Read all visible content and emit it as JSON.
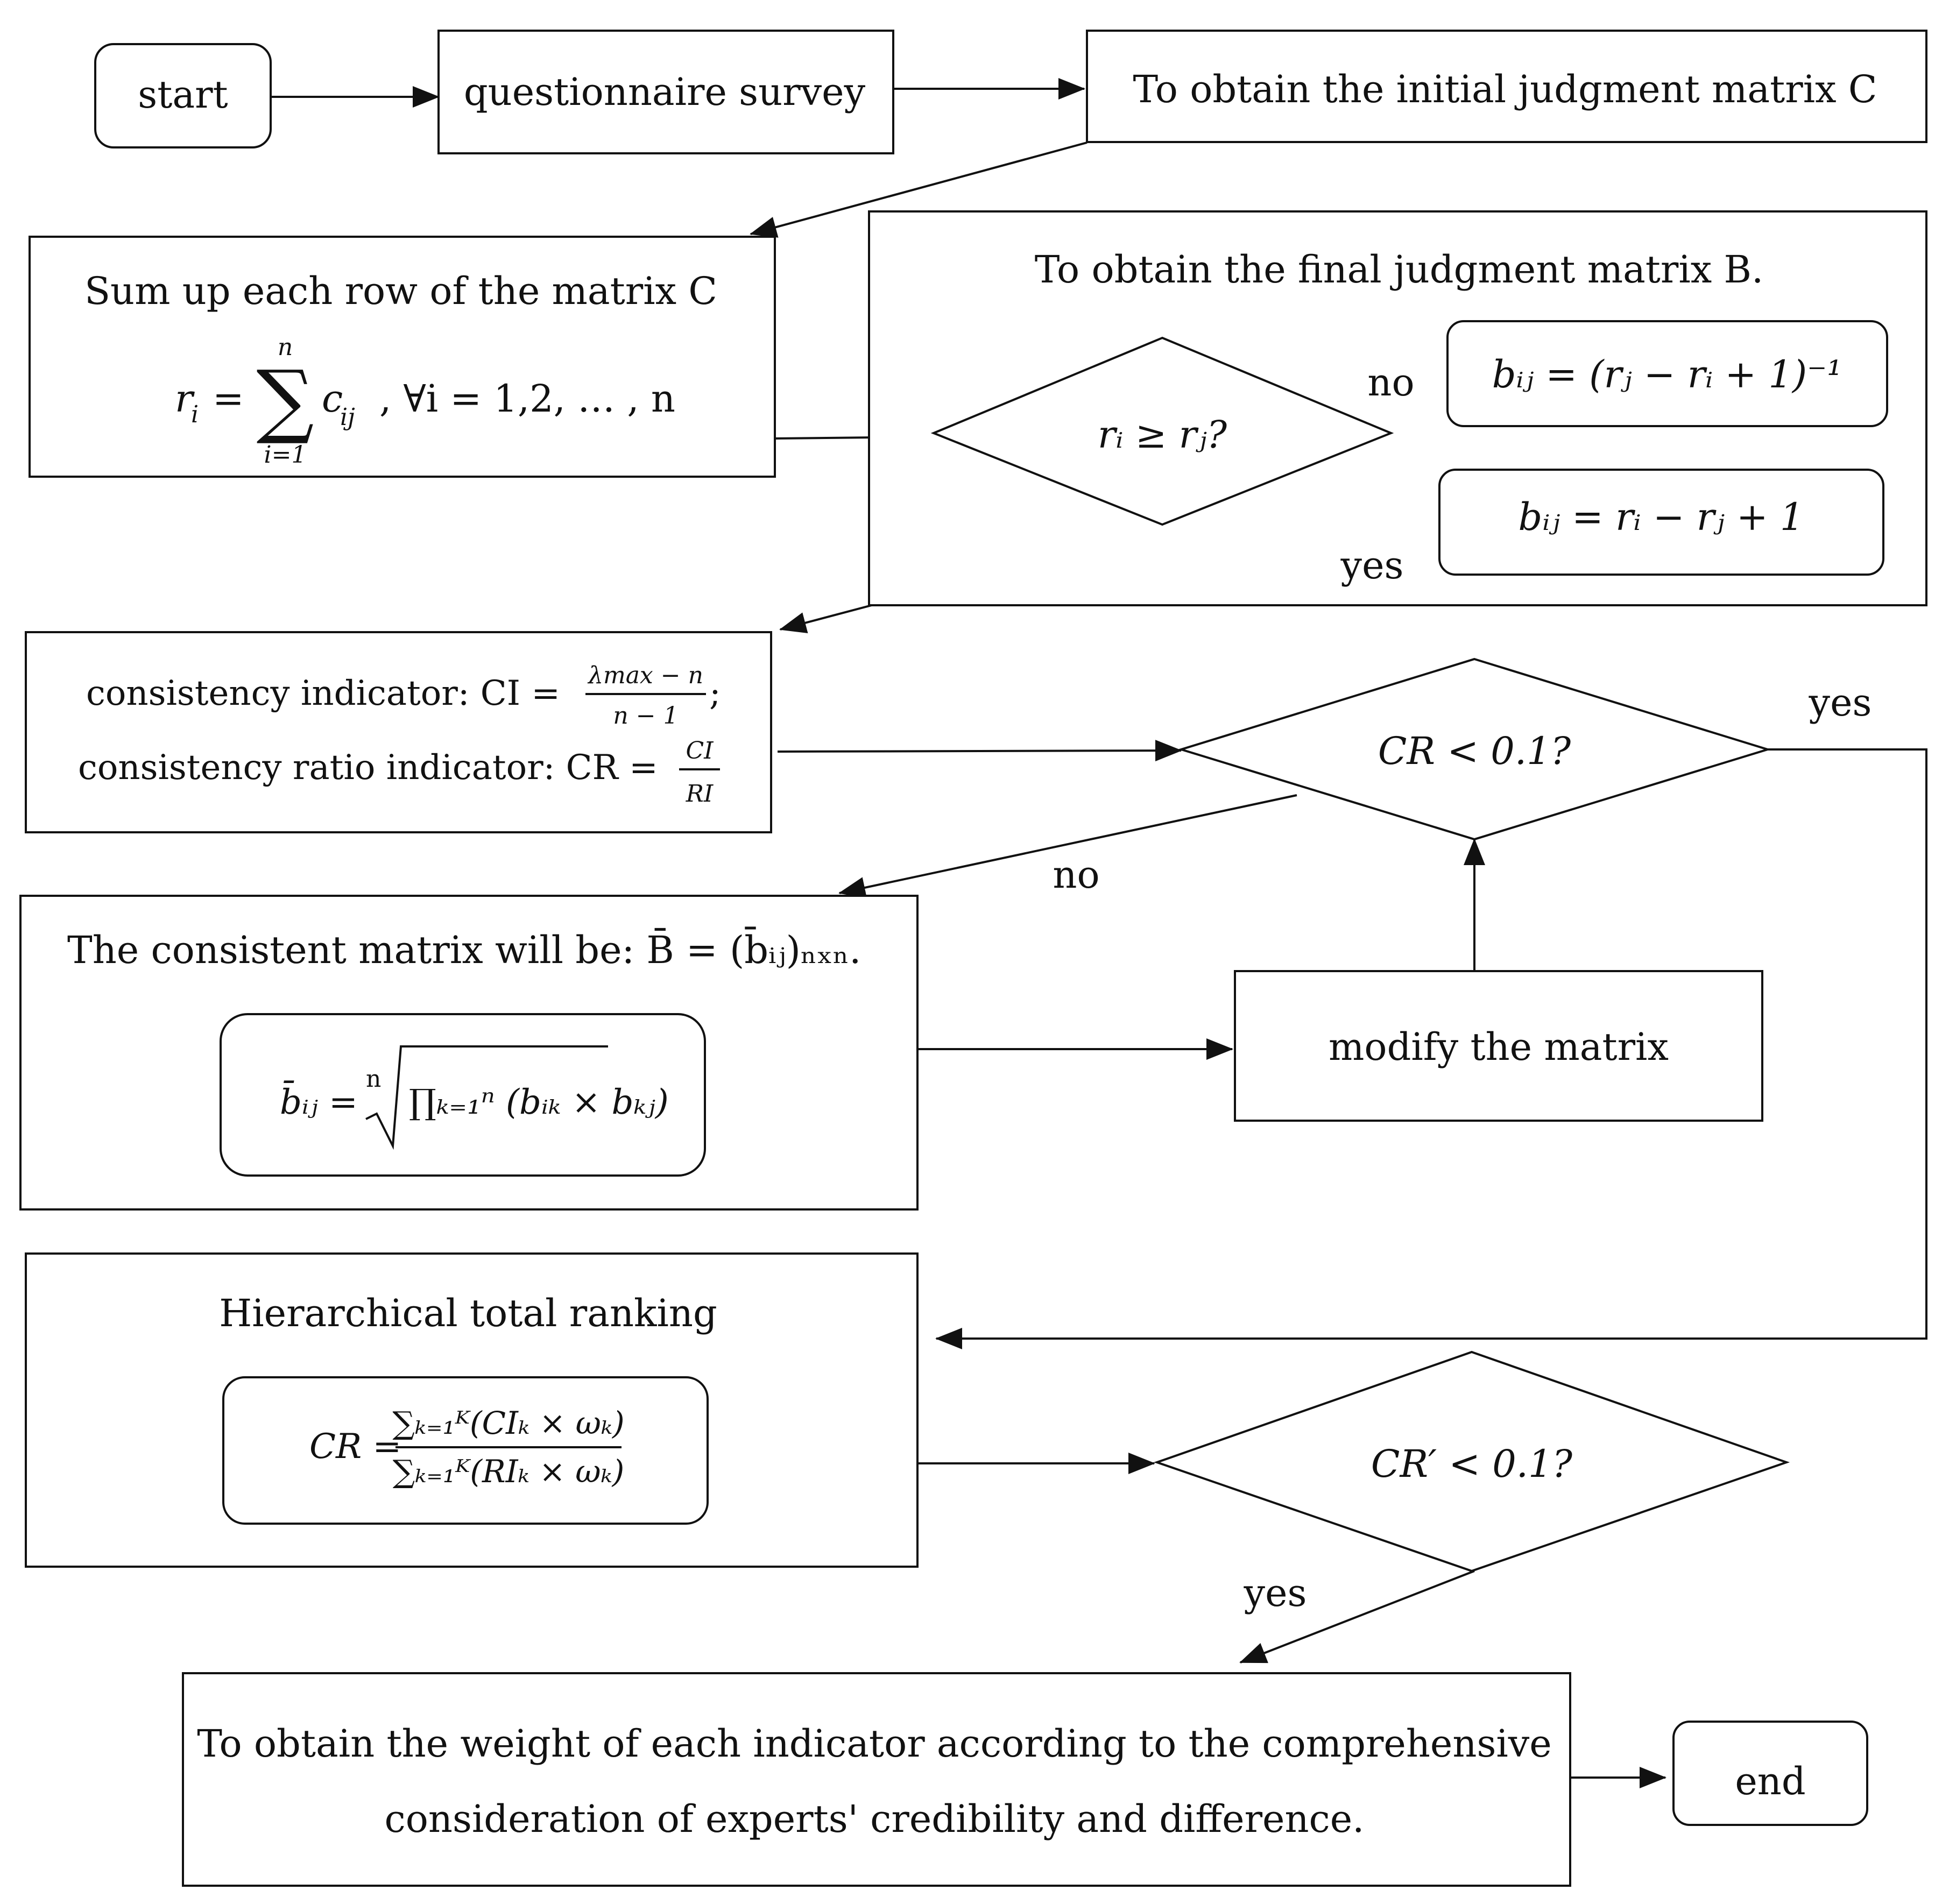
{
  "nodes": {
    "start": "start",
    "questionnaire": "questionnaire survey",
    "initial_matrix": "To obtain the initial judgment matrix C",
    "sum_rows": {
      "title": "Sum up each row of the matrix C",
      "formula_lhs": "r",
      "formula_sub": "i",
      "formula_eq": "=",
      "sum_top": "n",
      "sum_bottom": "i=1",
      "formula_term": "c",
      "formula_term_sub": "ij",
      "formula_tail": ", ∀i = 1,2, … , n"
    },
    "final_matrix": {
      "title": "To obtain the final judgment matrix B.",
      "decision": "rᵢ ≥ rⱼ?",
      "no_formula": "bᵢⱼ = (rⱼ − rᵢ + 1)⁻¹",
      "yes_formula": "bᵢⱼ = rᵢ − rⱼ + 1"
    },
    "consistency": {
      "line1_prefix": "consistency indicator: CI =",
      "line1_num": "λmax − n",
      "line1_den": "n − 1",
      "line1_suffix": ";",
      "line2_prefix": "consistency ratio indicator: CR =",
      "line2_num": "CI",
      "line2_den": "RI"
    },
    "decision_cr": "CR < 0.1?",
    "consistent_matrix": {
      "title": "The consistent matrix will be:  B̄ = (b̄ᵢⱼ)ₙₓₙ.",
      "formula_lhs": "b̄ᵢⱼ =",
      "root_index": "n",
      "formula_body": "∏ₖ₌₁ⁿ (bᵢₖ × bₖⱼ)"
    },
    "modify": "modify the matrix",
    "ranking": {
      "title": "Hierarchical total ranking",
      "formula_lhs": "CR =",
      "formula_num": "∑ₖ₌₁ᴷ(CIₖ × ωₖ)",
      "formula_den": "∑ₖ₌₁ᴷ(RIₖ × ωₖ)"
    },
    "decision_cr_prime": "CR′ < 0.1?",
    "weight": {
      "line1": "To obtain the weight of each indicator according to the comprehensive",
      "line2": "consideration of experts' credibility and difference."
    },
    "end": "end"
  },
  "edge_labels": {
    "no_top": "no",
    "yes_mid": "yes",
    "yes_right": "yes",
    "no_cr": "no",
    "yes_bottom": "yes"
  }
}
